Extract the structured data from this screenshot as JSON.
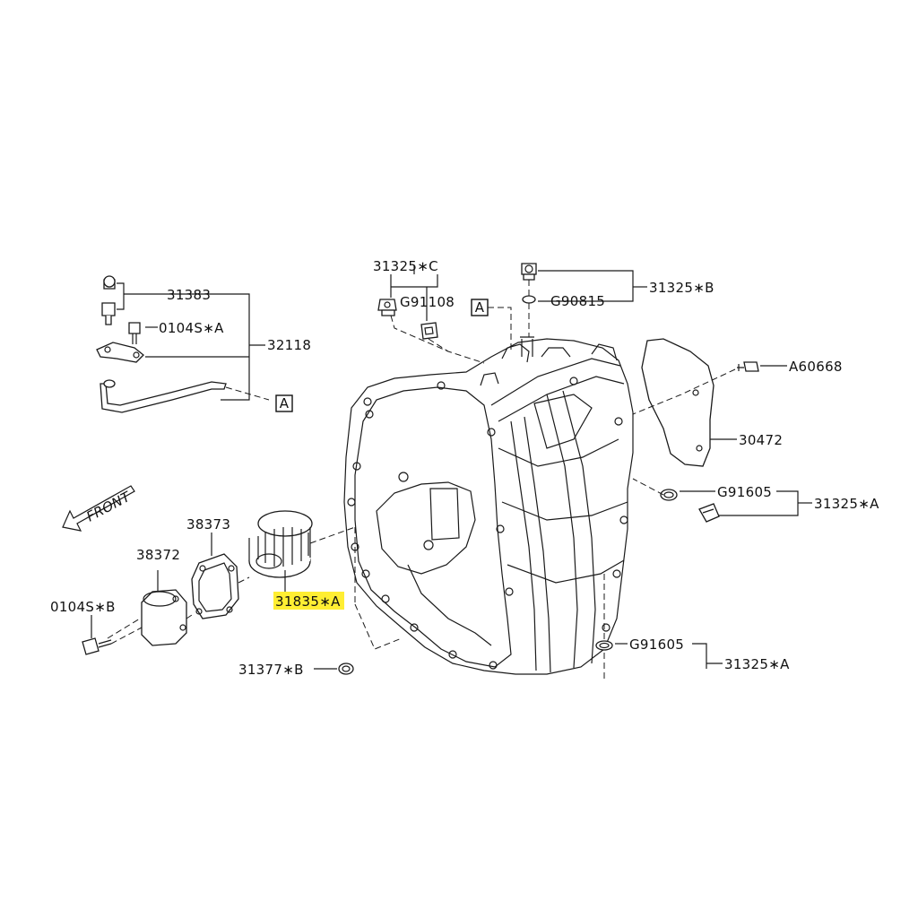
{
  "callouts": {
    "p31383": "31383",
    "p0104S_A": "0104S∗A",
    "p32118": "32118",
    "p31325_C": "31325∗C",
    "pG91108": "G91108",
    "p31325_B": "31325∗B",
    "pG90815": "G90815",
    "pA60668": "A60668",
    "p30472": "30472",
    "pG91605_upper": "G91605",
    "p31325_A_upper": "31325∗A",
    "p38373": "38373",
    "p38372": "38372",
    "p31835_A": "31835∗A",
    "p0104S_B": "0104S∗B",
    "p31377_B": "31377∗B",
    "pG91605_lower": "G91605",
    "p31325_A_lower": "31325∗A"
  },
  "ref_markers": {
    "left": "A",
    "top": "A"
  },
  "front_label": "FRONT",
  "colors": {
    "highlight": "#ffee33",
    "line": "#1a1a1a",
    "background": "#ffffff"
  }
}
